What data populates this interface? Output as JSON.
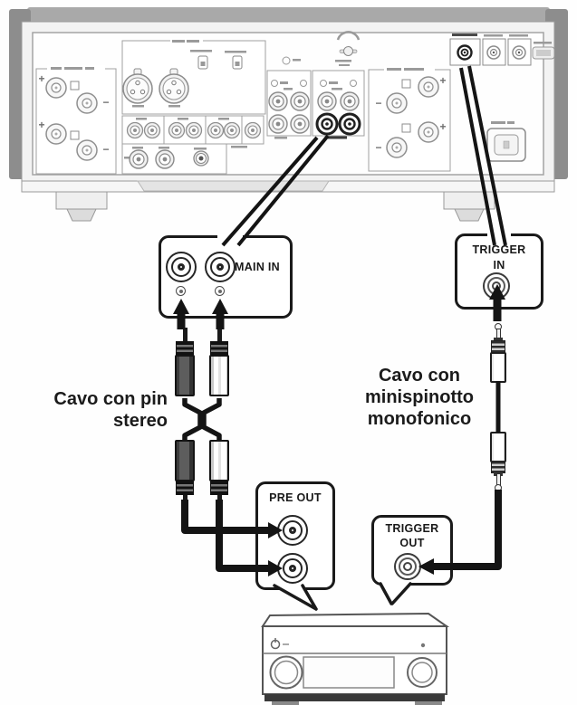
{
  "colors": {
    "outline_black": "#1a1a1a",
    "panel_border_gray": "#a0a0a0",
    "chassis_gray": "#8d8d8d"
  },
  "rear_panel": {
    "plus": "+",
    "minus": "−"
  },
  "callouts": {
    "main_in": {
      "label": "MAIN IN"
    },
    "trigger_in": {
      "line1": "TRIGGER",
      "line2": "IN"
    },
    "pre_out": {
      "label": "PRE OUT"
    },
    "trigger_out": {
      "line1": "TRIGGER",
      "line2": "OUT"
    }
  },
  "captions": {
    "stereo_pin_cable": {
      "line1": "Cavo con pin",
      "line2": "stereo"
    },
    "mono_mini_cable": {
      "line1": "Cavo con",
      "line2": "minispinotto",
      "line3": "monofonico"
    }
  }
}
